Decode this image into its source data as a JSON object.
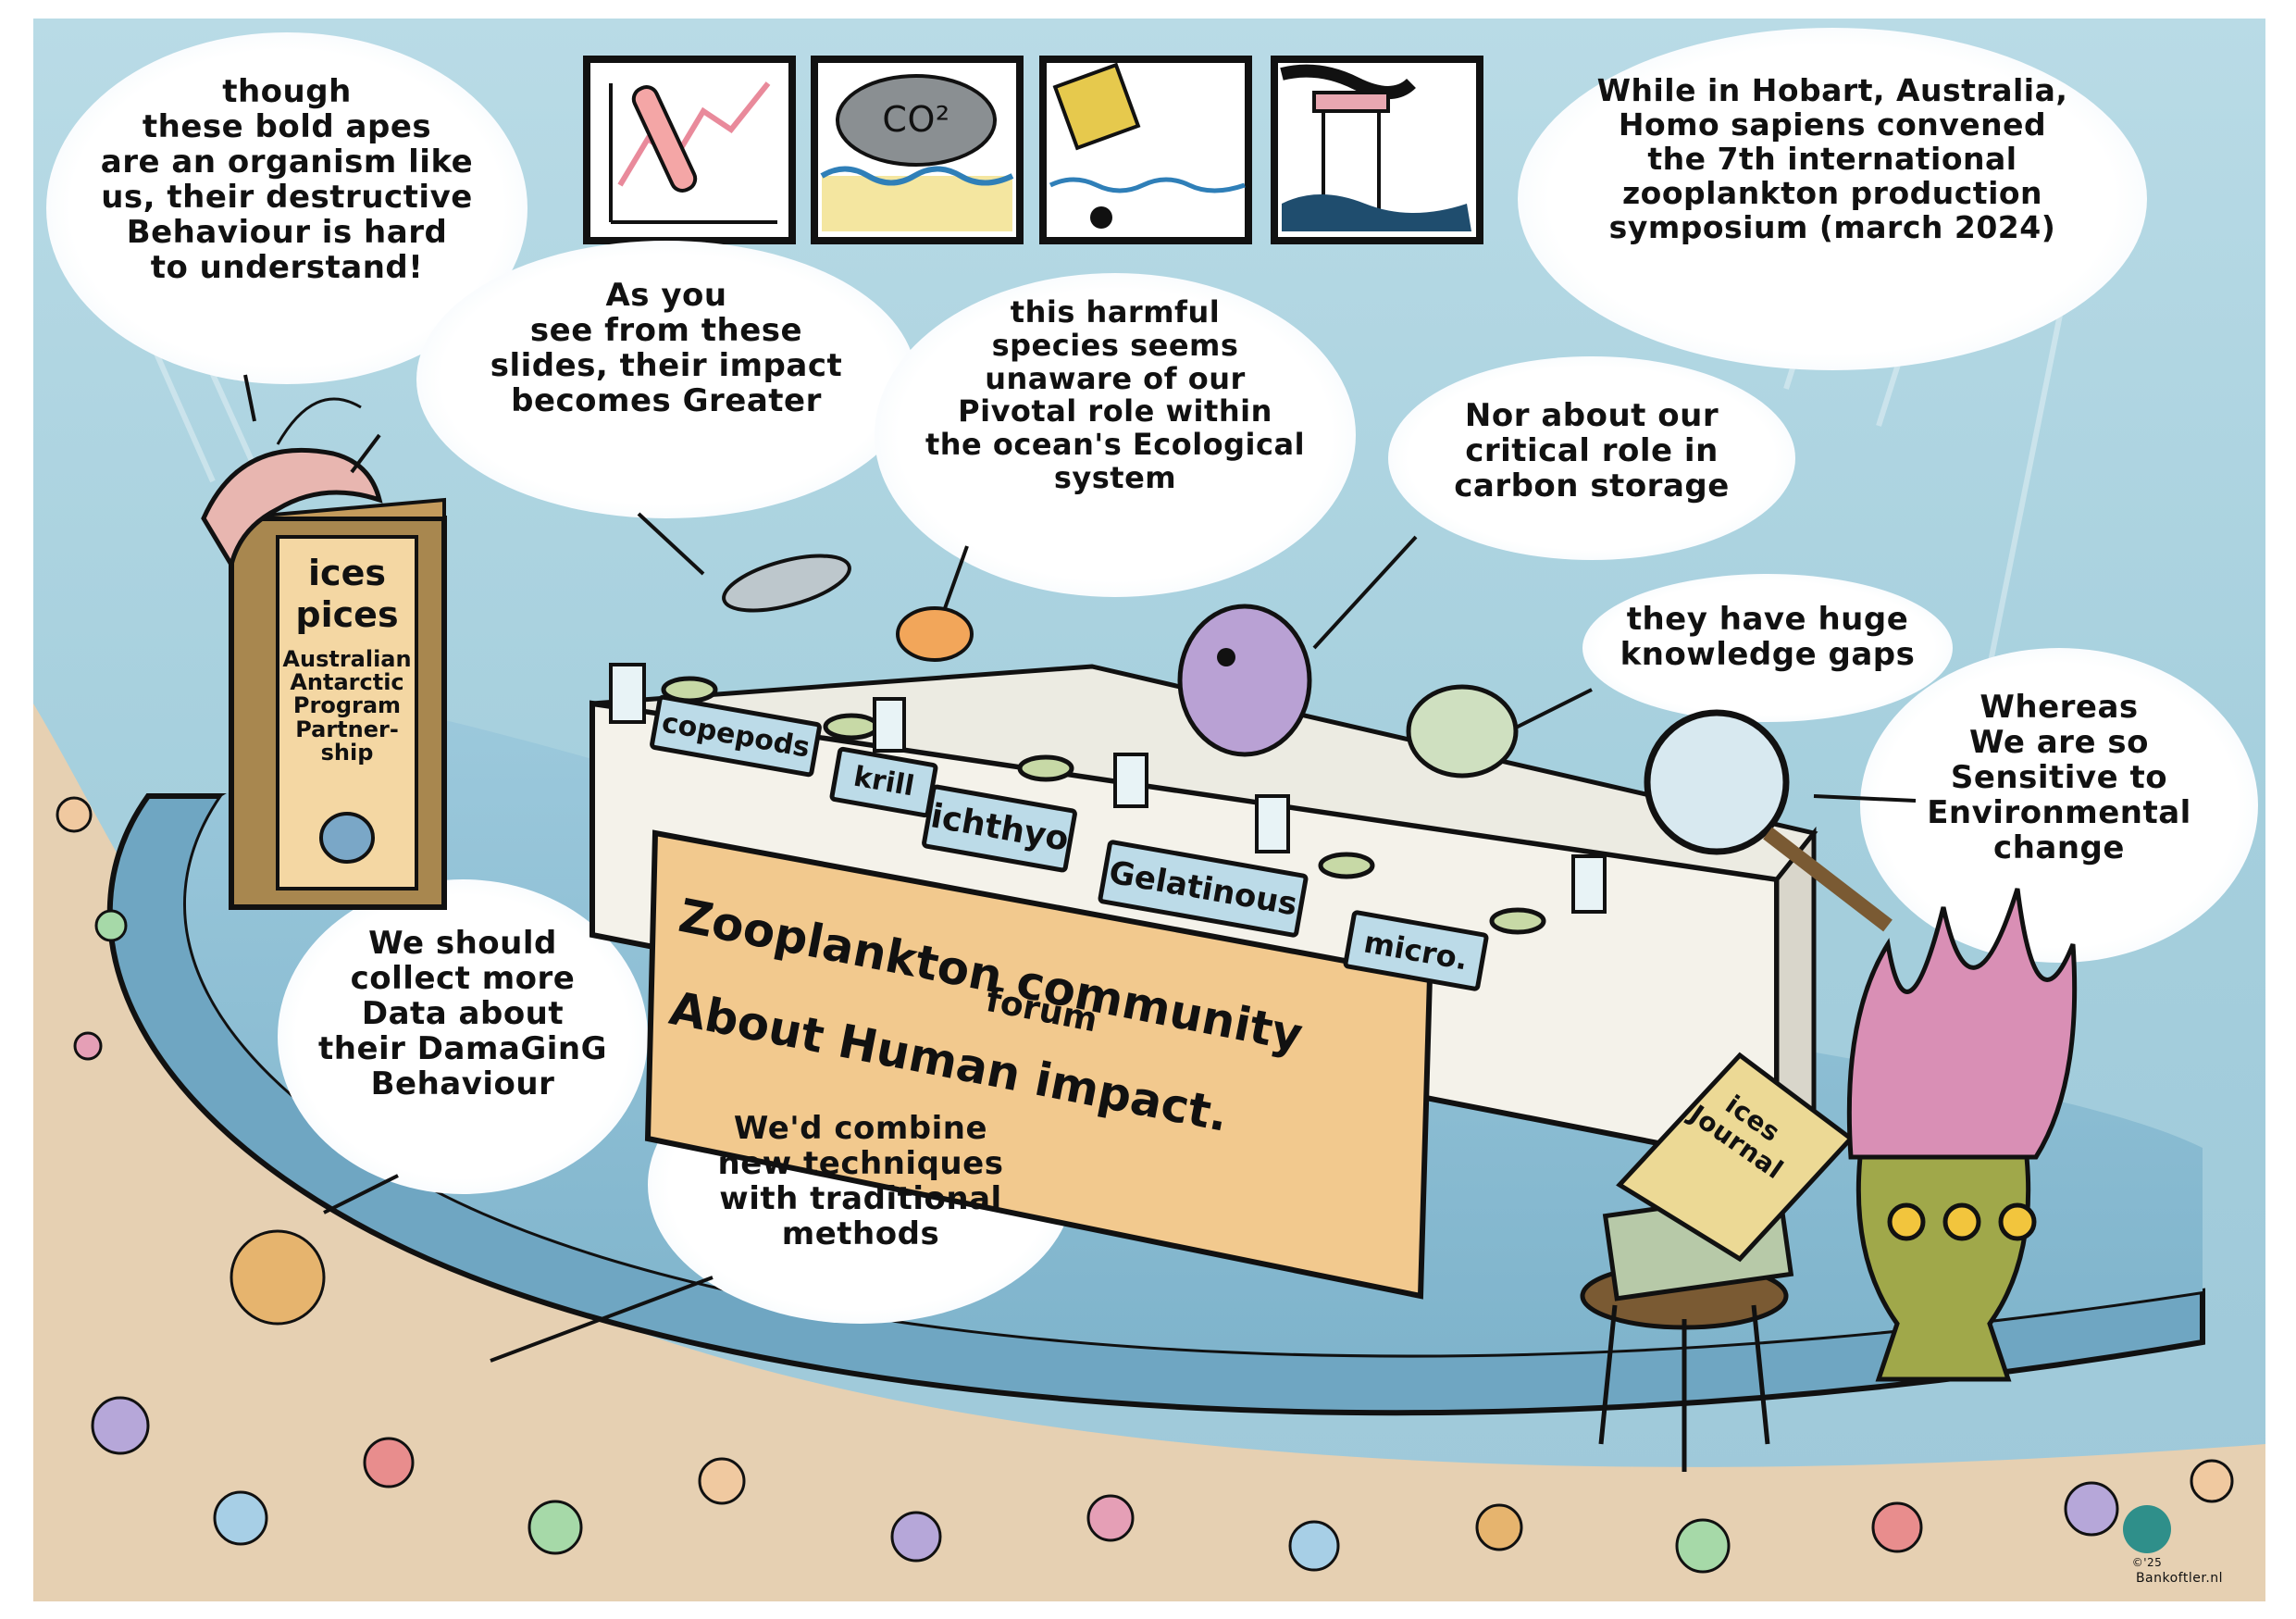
{
  "bubbles": {
    "top_left": "though\nthese bold apes\nare an organism like\nus, their destructive\nBehaviour is hard\nto understand!",
    "top_right": "While in Hobart, Australia,\nHomo sapiens convened\nthe 7th international\nzooplankton production\nsymposium (march 2024)",
    "slides": "As you\nsee from these\nslides, their impact\nbecomes Greater",
    "harmful": "this harmful\nspecies seems\nunaware of our\nPivotal role within\nthe ocean's Ecological\nsystem",
    "carbon": "Nor about our\ncritical role in\ncarbon storage",
    "gaps": "they have huge\nknowledge gaps",
    "sensitive": "Whereas\nWe are so\nSensitive to\nEnvironmental\nchange",
    "collect": "We should\ncollect more\nData about\ntheir DamaGinG\nBehaviour",
    "combine": "We'd combine\nnew techniques\nwith traditional\nmethods"
  },
  "slides": {
    "co2_label": "CO²"
  },
  "podium": {
    "line1": "ices",
    "line2": "pices",
    "line3": "Australian\nAntarctic\nProgram\nPartner-\nship"
  },
  "nameplates": {
    "copepods": "copepods",
    "krill": "krill",
    "ichthyo": "ichthyo",
    "gelatinous": "Gelatinous",
    "micro": "micro."
  },
  "banner": {
    "line1": "Zooplankton community",
    "line2": "forum",
    "line3": "About Human impact."
  },
  "journal": {
    "title": "ices\nJournal"
  },
  "signature": {
    "year": "©'25",
    "site": "Bankoftler.nl"
  },
  "colors": {
    "water_top": "#a9d2df",
    "water_mid": "#bcdce6",
    "stage": "#8fc0d6",
    "sand": "#e8d2b3",
    "banner": "#f2c98e",
    "podium": "#a8874f",
    "table": "#f2f0e8",
    "nameplate": "#bcdbe8"
  }
}
